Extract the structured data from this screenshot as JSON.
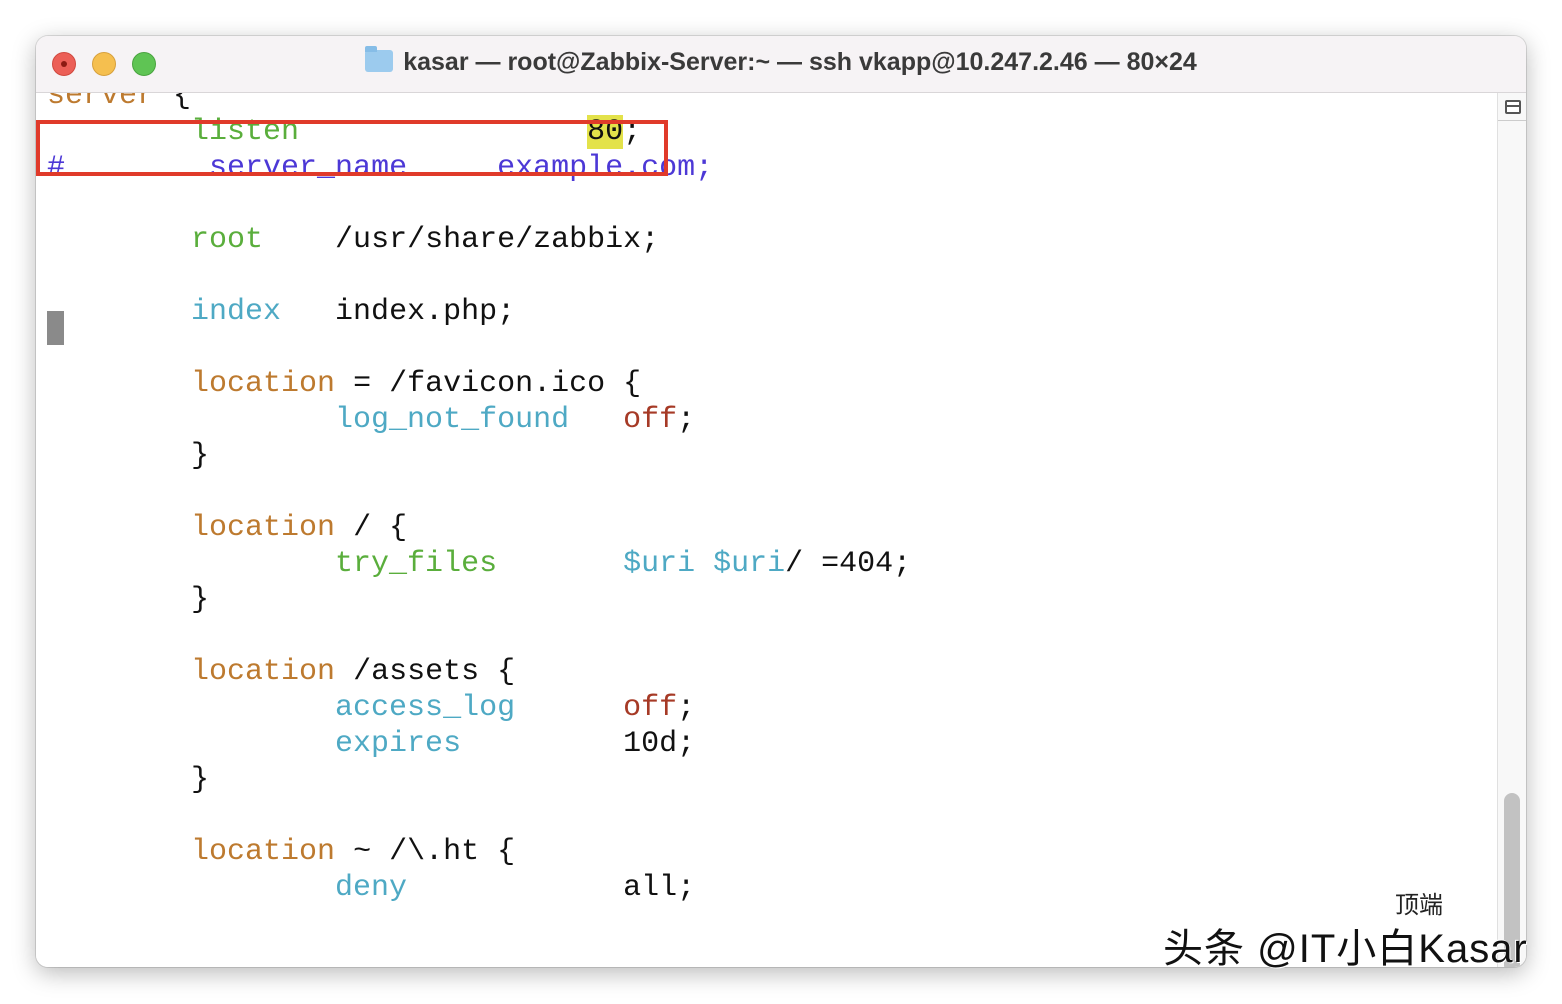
{
  "window": {
    "title": "kasar — root@Zabbix-Server:~ — ssh vkapp@10.247.2.46 — 80×24",
    "title_icon": "folder-icon"
  },
  "colors": {
    "directive_orange": "#bd7a2f",
    "directive_green": "#5aae3c",
    "directive_cyan": "#4ea9c4",
    "value_red": "#a63a26",
    "comment_blue": "#4c38d6",
    "text": "#111111",
    "highlight": "#e3e24a",
    "annotation_box": "#e03a2a"
  },
  "terminal": {
    "lines": [
      {
        "segs": [
          {
            "t": "server",
            "c": "directive_orange"
          },
          {
            "t": " {"
          }
        ]
      },
      {
        "segs": [
          {
            "t": "        "
          },
          {
            "t": "listen",
            "c": "directive_green"
          },
          {
            "t": "                "
          },
          {
            "t": "80",
            "hl": true
          },
          {
            "t": ";"
          }
        ]
      },
      {
        "segs": [
          {
            "t": "#",
            "c": "comment_blue"
          },
          {
            "t": "        server_name     example.com;",
            "c": "comment_blue"
          }
        ]
      },
      {
        "segs": []
      },
      {
        "segs": [
          {
            "t": "        "
          },
          {
            "t": "root",
            "c": "directive_green"
          },
          {
            "t": "    /usr/share/zabbix;"
          }
        ]
      },
      {
        "segs": []
      },
      {
        "segs": [
          {
            "t": "        "
          },
          {
            "t": "index",
            "c": "directive_cyan"
          },
          {
            "t": "   index.php;"
          }
        ]
      },
      {
        "segs": []
      },
      {
        "segs": [
          {
            "t": "        "
          },
          {
            "t": "location",
            "c": "directive_orange"
          },
          {
            "t": " = /favicon.ico {"
          }
        ]
      },
      {
        "segs": [
          {
            "t": "                "
          },
          {
            "t": "log_not_found",
            "c": "directive_cyan"
          },
          {
            "t": "   "
          },
          {
            "t": "off",
            "c": "value_red"
          },
          {
            "t": ";"
          }
        ]
      },
      {
        "segs": [
          {
            "t": "        }"
          }
        ]
      },
      {
        "segs": []
      },
      {
        "segs": [
          {
            "t": "        "
          },
          {
            "t": "location",
            "c": "directive_orange"
          },
          {
            "t": " / {"
          }
        ]
      },
      {
        "segs": [
          {
            "t": "                "
          },
          {
            "t": "try_files",
            "c": "directive_green"
          },
          {
            "t": "       "
          },
          {
            "t": "$uri",
            "c": "directive_cyan"
          },
          {
            "t": " "
          },
          {
            "t": "$uri",
            "c": "directive_cyan"
          },
          {
            "t": "/ =404;"
          }
        ]
      },
      {
        "segs": [
          {
            "t": "        }"
          }
        ]
      },
      {
        "segs": []
      },
      {
        "segs": [
          {
            "t": "        "
          },
          {
            "t": "location",
            "c": "directive_orange"
          },
          {
            "t": " /assets {"
          }
        ]
      },
      {
        "segs": [
          {
            "t": "                "
          },
          {
            "t": "access_log",
            "c": "directive_cyan"
          },
          {
            "t": "      "
          },
          {
            "t": "off",
            "c": "value_red"
          },
          {
            "t": ";"
          }
        ]
      },
      {
        "segs": [
          {
            "t": "                "
          },
          {
            "t": "expires",
            "c": "directive_cyan"
          },
          {
            "t": "         10d;"
          }
        ]
      },
      {
        "segs": [
          {
            "t": "        }"
          }
        ]
      },
      {
        "segs": []
      },
      {
        "segs": [
          {
            "t": "        "
          },
          {
            "t": "location",
            "c": "directive_orange"
          },
          {
            "t": " ~ /\\.ht {"
          }
        ]
      },
      {
        "segs": [
          {
            "t": "                "
          },
          {
            "t": "deny",
            "c": "directive_cyan"
          },
          {
            "t": "            all;"
          }
        ]
      }
    ]
  },
  "scrollbar": {
    "position_fraction": 0.82
  },
  "watermark": {
    "text": "头条 @IT小白Kasar",
    "overlay": "顶端"
  }
}
